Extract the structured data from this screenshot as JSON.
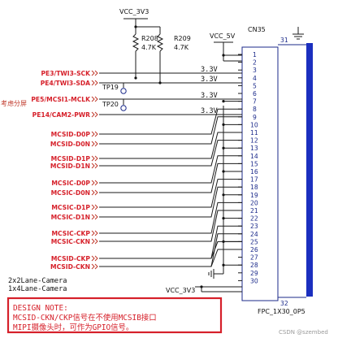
{
  "rails": {
    "vcc_3v3_top": "VCC_3V3",
    "vcc_5v": "VCC_5V",
    "vcc_3v3_bottom": "VCC_3V3"
  },
  "resistors": [
    {
      "ref": "R208",
      "value": "4.7K"
    },
    {
      "ref": "R209",
      "value": "4.7K"
    }
  ],
  "connector": {
    "ref": "CN35",
    "part": "FPC_1X30_0P5",
    "pins": [
      "1",
      "2",
      "3",
      "4",
      "5",
      "6",
      "7",
      "8",
      "9",
      "10",
      "11",
      "12",
      "13",
      "14",
      "15",
      "16",
      "17",
      "18",
      "19",
      "20",
      "21",
      "22",
      "23",
      "24",
      "25",
      "26",
      "27",
      "28",
      "29",
      "30"
    ],
    "mount_top": "31",
    "mount_bottom": "32"
  },
  "test_points": [
    "TP19",
    "TP20"
  ],
  "left_signals": [
    "PE3/TWI3-SCK",
    "PE4/TWI3-SDA",
    "PE5/MCSI1-MCLK",
    "PE14/CAM2-PWR",
    "MCSID-D0P",
    "MCSID-D0N",
    "MCSID-D1P",
    "MCSID-D1N",
    "MCSIC-D0P",
    "MCSIC-D0N",
    "MCSIC-D1P",
    "MCSIC-D1N",
    "MCSIC-CKP",
    "MCSIC-CKN",
    "MCSID-CKP",
    "MCSID-CKN"
  ],
  "level_labels": [
    "3.3V",
    "3.3V",
    "3.3V",
    "3.3V"
  ],
  "handwritten_note": "考虑分屏",
  "lane_labels": [
    "2x2Lane-Camera",
    "1x4Lane-Camera"
  ],
  "design_note": {
    "title": "DESIGN NOTE:",
    "line1": "MCSID-CKN/CKP信号在不使用MCSIB接口",
    "line2": "MIPI摄像头时，可作为GPIO信号。"
  },
  "watermark": "CSDN @szembed"
}
